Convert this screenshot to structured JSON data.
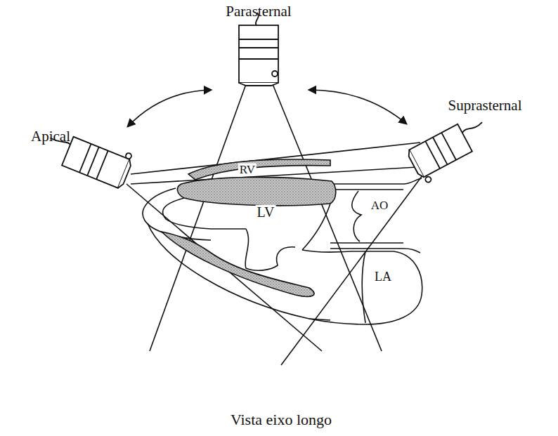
{
  "diagram": {
    "caption": "Vista eixo longo",
    "labels": [
      "Parasternal",
      "Apical",
      "Suprasternal",
      "RV",
      "LV",
      "AO",
      "LA"
    ]
  }
}
